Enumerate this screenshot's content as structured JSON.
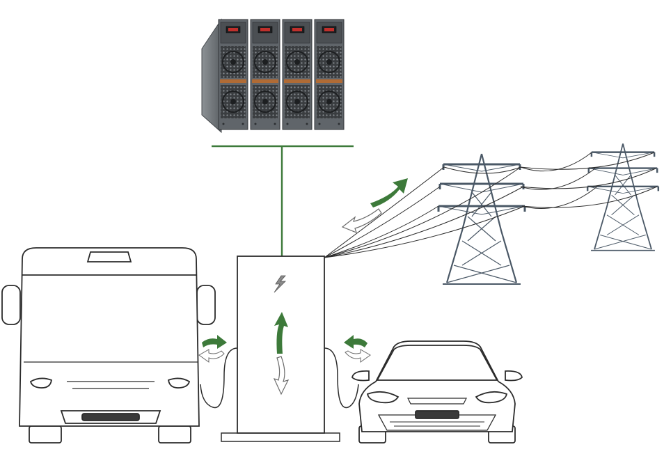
{
  "diagram": {
    "nodes": [
      {
        "id": "converter",
        "kind": "power-module-rack",
        "modules": 4
      },
      {
        "id": "charger",
        "kind": "charging-pile"
      },
      {
        "id": "grid",
        "kind": "transmission-towers",
        "towers": 2
      },
      {
        "id": "bus",
        "kind": "electric-bus"
      },
      {
        "id": "car",
        "kind": "electric-car"
      }
    ],
    "links": [
      {
        "from": "converter",
        "to": "charger",
        "kind": "bus-line"
      },
      {
        "from": "grid",
        "to": "charger",
        "kind": "power-lines"
      },
      {
        "from": "charger",
        "to": "bus",
        "kind": "cable"
      },
      {
        "from": "charger",
        "to": "car",
        "kind": "cable"
      }
    ],
    "flows": [
      {
        "between": [
          "charger",
          "grid"
        ],
        "direction": "bidirectional"
      },
      {
        "between": [
          "charger",
          "bus"
        ],
        "direction": "bidirectional"
      },
      {
        "between": [
          "charger",
          "car"
        ],
        "direction": "bidirectional"
      },
      {
        "between": [
          "charger",
          "converter"
        ],
        "direction": "bidirectional"
      }
    ]
  },
  "colors": {
    "accent_green": "#3d7a3a",
    "outline": "#2b2b2b",
    "tower_steel": "#4a5866",
    "rack_body": "#5f6468"
  }
}
